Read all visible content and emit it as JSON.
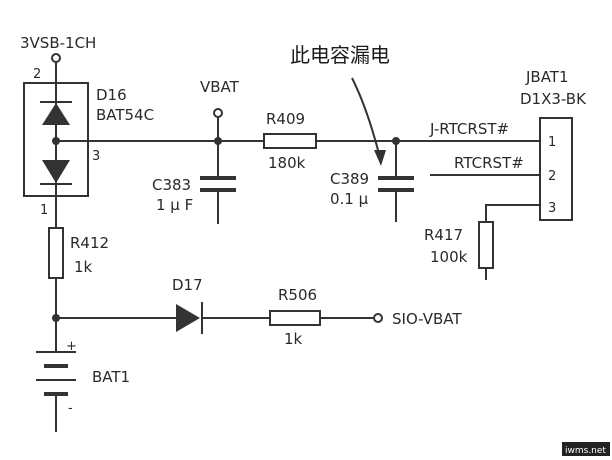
{
  "labels": {
    "power_in": "3VSB-1CH",
    "vbat": "VBAT",
    "sio_vbat": "SIO-VBAT"
  },
  "annotation": {
    "text": "此电容漏电"
  },
  "parts": {
    "d16_ref": "D16",
    "d16_part": "BAT54C",
    "c383_ref": "C383",
    "c383_value": "1 μ F",
    "r409_ref": "R409",
    "r409_value": "180k",
    "c389_ref": "C389",
    "c389_value": "0.1 μ",
    "jbat1_ref": "JBAT1",
    "jbat1_part": "D1X3-BK",
    "r417_ref": "R417",
    "r417_value": "100k",
    "r412_ref": "R412",
    "r412_value": "1k",
    "d17_ref": "D17",
    "r506_ref": "R506",
    "r506_value": "1k",
    "bat1_ref": "BAT1"
  },
  "nets": {
    "j_rtcrst": "J-RTCRST#",
    "rtcrst": "RTCRST#"
  },
  "pins": {
    "d16_pin1": "1",
    "d16_pin2": "2",
    "d16_pin3": "3",
    "jbat1_pin1": "1",
    "jbat1_pin2": "2",
    "jbat1_pin3": "3",
    "bat_plus": "+",
    "bat_minus": "-"
  },
  "watermark": "iwms.net"
}
